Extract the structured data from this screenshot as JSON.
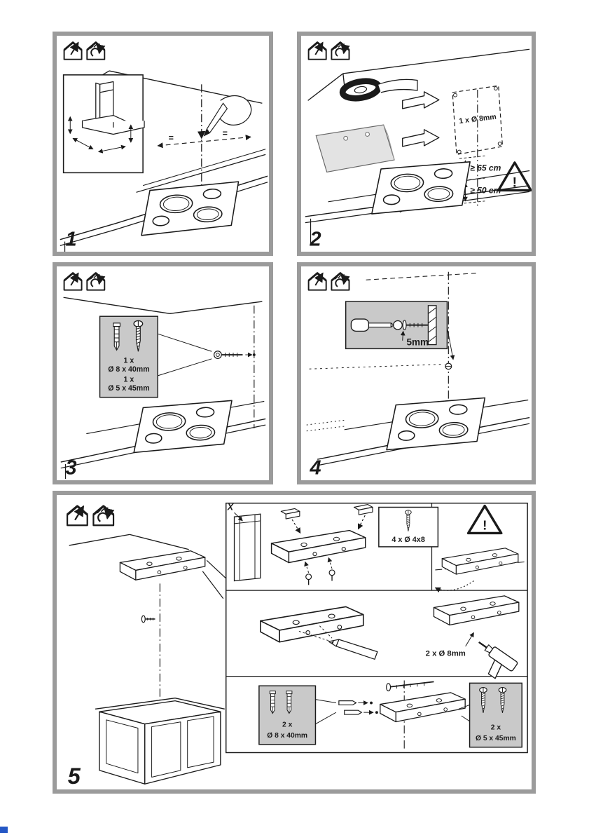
{
  "page": {
    "background": "#ffffff",
    "panel_border_color": "#9b9b9b",
    "line_color": "#1a1a1a",
    "inset_fill": "#c9c9c9",
    "corner_mark_color": "#2457c5"
  },
  "icons": {
    "ducted_house": "house-with-duct-arrow",
    "recirculation_house": "house-with-recirculation-symbol"
  },
  "panels": [
    {
      "number": "1",
      "labels": {
        "equal_left": "=",
        "equal_right": "="
      }
    },
    {
      "number": "2",
      "labels": {
        "hole": "1 x Ø 8mm",
        "min_height_hob": "≥ 65 cm",
        "min_height_counter": "≥ 50 cm",
        "warning": "!"
      }
    },
    {
      "number": "3",
      "labels": {
        "plug_qty": "1 x",
        "plug_size": "Ø 8 x 40mm",
        "screw_qty": "1 x",
        "screw_size": "Ø 5 x 45mm"
      }
    },
    {
      "number": "4",
      "labels": {
        "gap": "5mm"
      }
    },
    {
      "number": "5",
      "labels": {
        "chimney_dim": "X",
        "bracket_screws": "4 x Ø 4x8",
        "warning": "!",
        "drill_size": "2 x Ø 8mm",
        "plug_qty": "2 x",
        "plug_size": "Ø 8 x 40mm",
        "screw_qty": "2 x",
        "screw_size": "Ø 5 x 45mm"
      }
    }
  ]
}
